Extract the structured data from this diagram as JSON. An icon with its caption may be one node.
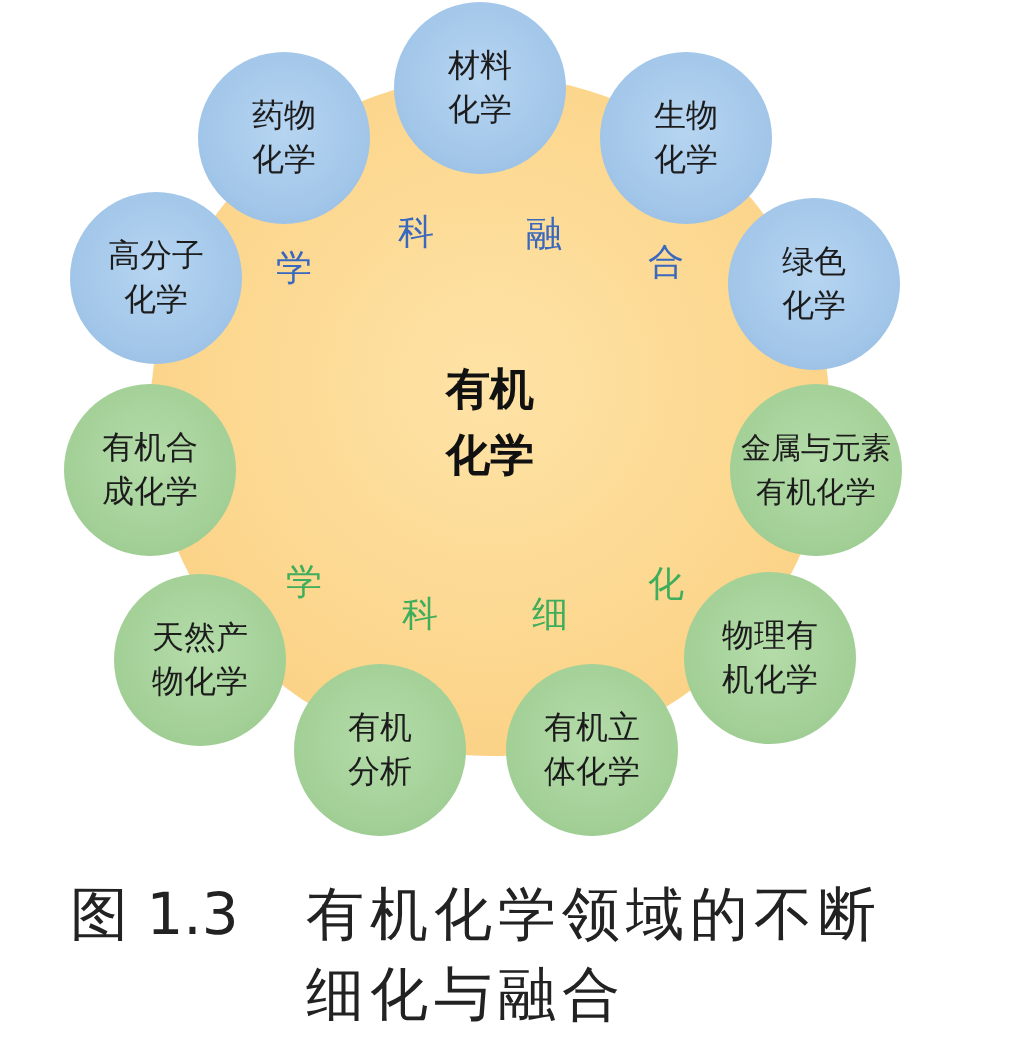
{
  "diagram": {
    "caption": "有机化学领域的不断细化与融合",
    "nodes": [
      {
        "text": [
          "有机化学"
        ]
      },
      {
        "text": [
          "材料化学"
        ]
      },
      {
        "text": [
          "药物化学"
        ]
      },
      {
        "text": [
          "生物化学"
        ]
      },
      {
        "text": [
          "高分子化学"
        ]
      },
      {
        "text": [
          "绿色化学"
        ]
      },
      {
        "text": [
          "有机合成化学"
        ]
      },
      {
        "text": [
          "金属与元素有机化学"
        ]
      },
      {
        "text": [
          "天然产物化学"
        ]
      },
      {
        "text": [
          "物理有机化学"
        ]
      },
      {
        "text": [
          "有机分析"
        ]
      },
      {
        "text": [
          "有机立体化学"
        ]
      }
    ],
    "labels": [
      "学科融合",
      "学科细化",
      "图 1.3"
    ]
  }
}
